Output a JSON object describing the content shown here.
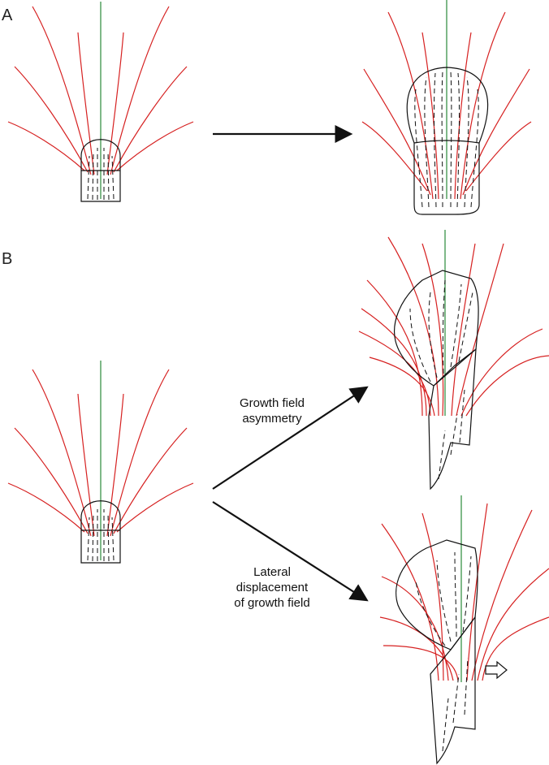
{
  "panels": {
    "a": "A",
    "b": "B"
  },
  "captions": {
    "top": [
      "Growth field",
      "asymmetry"
    ],
    "bottom": [
      "Lateral",
      "displacement",
      "of growth field"
    ]
  },
  "colors": {
    "field_lines": "#d62020",
    "axis_line": "#2a8a3a",
    "outline": "#111111"
  }
}
